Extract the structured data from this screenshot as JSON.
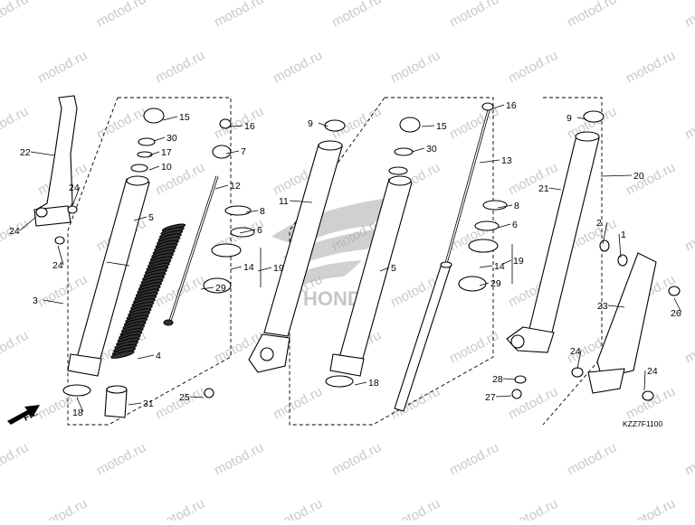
{
  "watermark": {
    "text": "motod.ru"
  },
  "diagram": {
    "direction_label": "FR.",
    "drawing_code": "KZZ7F1100",
    "logo_text": "HONDA"
  },
  "callouts": [
    {
      "num": "1"
    },
    {
      "num": "2"
    },
    {
      "num": "3"
    },
    {
      "num": "4"
    },
    {
      "num": "5"
    },
    {
      "num": "5"
    },
    {
      "num": "6"
    },
    {
      "num": "6"
    },
    {
      "num": "7"
    },
    {
      "num": "8"
    },
    {
      "num": "8"
    },
    {
      "num": "9"
    },
    {
      "num": "9"
    },
    {
      "num": "10"
    },
    {
      "num": "11"
    },
    {
      "num": "12"
    },
    {
      "num": "13"
    },
    {
      "num": "14"
    },
    {
      "num": "14"
    },
    {
      "num": "15"
    },
    {
      "num": "15"
    },
    {
      "num": "16"
    },
    {
      "num": "16"
    },
    {
      "num": "17"
    },
    {
      "num": "18"
    },
    {
      "num": "18"
    },
    {
      "num": "19"
    },
    {
      "num": "19"
    },
    {
      "num": "20"
    },
    {
      "num": "21"
    },
    {
      "num": "22"
    },
    {
      "num": "23"
    },
    {
      "num": "24"
    },
    {
      "num": "24"
    },
    {
      "num": "24"
    },
    {
      "num": "24"
    },
    {
      "num": "24"
    },
    {
      "num": "25"
    },
    {
      "num": "26"
    },
    {
      "num": "27"
    },
    {
      "num": "28"
    },
    {
      "num": "29"
    },
    {
      "num": "29"
    },
    {
      "num": "30"
    },
    {
      "num": "30"
    },
    {
      "num": "31"
    }
  ]
}
